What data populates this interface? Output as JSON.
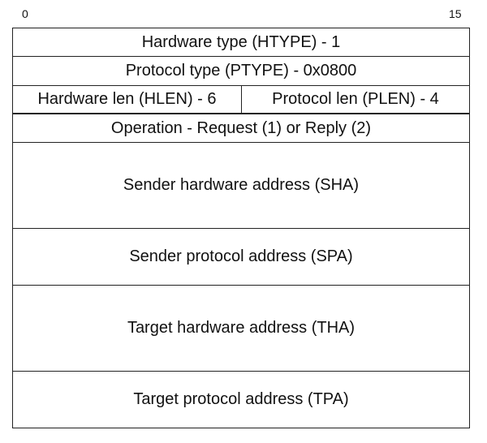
{
  "bits": {
    "start": "0",
    "end": "15"
  },
  "fields": {
    "htype": "Hardware type (HTYPE) - 1",
    "ptype": "Protocol type (PTYPE) - 0x0800",
    "hlen": "Hardware len (HLEN) - 6",
    "plen": "Protocol len (PLEN) - 4",
    "operation": "Operation - Request (1) or Reply (2)",
    "sha": "Sender hardware address (SHA)",
    "spa": "Sender protocol address (SPA)",
    "tha": "Target hardware address (THA)",
    "tpa": "Target protocol address (TPA)"
  }
}
